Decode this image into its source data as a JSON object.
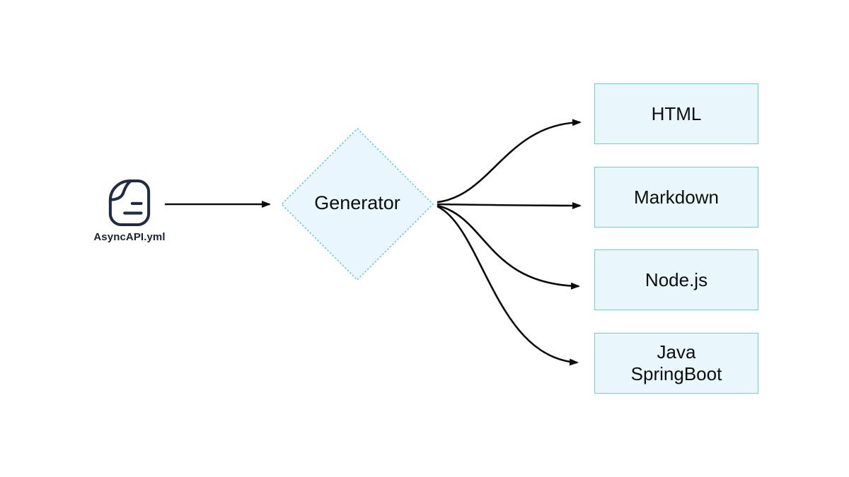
{
  "diagram": {
    "source": {
      "icon": "file-icon",
      "label": "AsyncAPI.yml"
    },
    "generator": {
      "label": "Generator",
      "shape": "diamond"
    },
    "outputs": [
      {
        "label": "HTML"
      },
      {
        "label": "Markdown"
      },
      {
        "label": "Node.js"
      },
      {
        "label": "Java\nSpringBoot"
      }
    ],
    "colors": {
      "background": "#ffffff",
      "node_fill": "#e9f7fd",
      "node_border": "#72cbe6",
      "diamond_fill": "#e9f6fd",
      "diamond_border": "#55c0ea",
      "arrow": "#0b0b0b",
      "icon_stroke": "#212b44",
      "text": "#0d0d0d"
    }
  }
}
